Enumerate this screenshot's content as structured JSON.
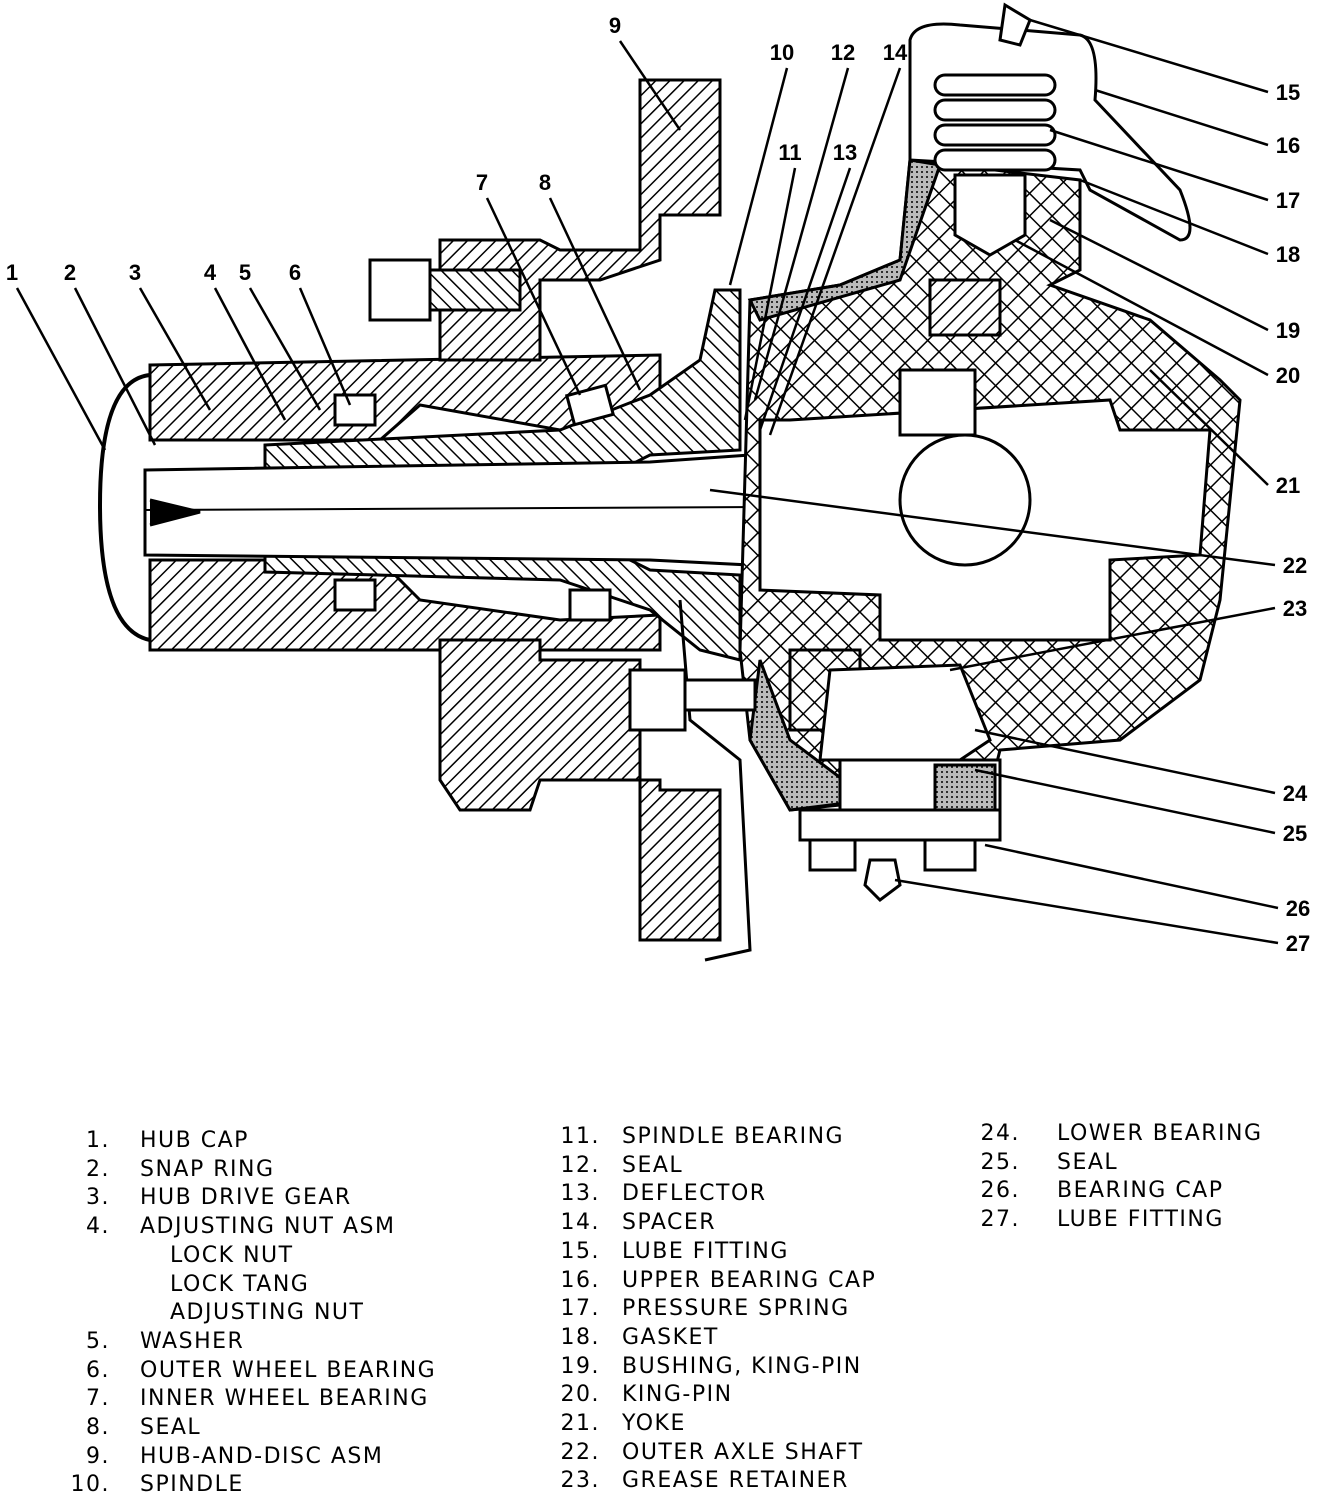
{
  "callouts": [
    "1",
    "2",
    "3",
    "4",
    "5",
    "6",
    "7",
    "8",
    "9",
    "10",
    "11",
    "12",
    "13",
    "14",
    "15",
    "16",
    "17",
    "18",
    "19",
    "20",
    "21",
    "22",
    "23",
    "24",
    "25",
    "26",
    "27"
  ],
  "legend": {
    "columns": [
      [
        {
          "num": "1.",
          "text": "HUB CAP"
        },
        {
          "num": "2.",
          "text": "SNAP RING"
        },
        {
          "num": "3.",
          "text": "HUB DRIVE GEAR"
        },
        {
          "num": "4.",
          "text": "ADJUSTING NUT ASM"
        },
        {
          "num": "",
          "text": "LOCK NUT",
          "indent": true
        },
        {
          "num": "",
          "text": "LOCK TANG",
          "indent": true
        },
        {
          "num": "",
          "text": "ADJUSTING NUT",
          "indent": true
        },
        {
          "num": "5.",
          "text": "WASHER"
        },
        {
          "num": "6.",
          "text": "OUTER WHEEL BEARING"
        },
        {
          "num": "7.",
          "text": "INNER WHEEL BEARING"
        },
        {
          "num": "8.",
          "text": "SEAL"
        },
        {
          "num": "9.",
          "text": "HUB-AND-DISC ASM"
        },
        {
          "num": "10.",
          "text": "SPINDLE"
        }
      ],
      [
        {
          "num": "11.",
          "text": "SPINDLE BEARING"
        },
        {
          "num": "12.",
          "text": "SEAL"
        },
        {
          "num": "13.",
          "text": "DEFLECTOR"
        },
        {
          "num": "14.",
          "text": "SPACER"
        },
        {
          "num": "15.",
          "text": "LUBE FITTING"
        },
        {
          "num": "16.",
          "text": "UPPER BEARING CAP"
        },
        {
          "num": "17.",
          "text": "PRESSURE SPRING"
        },
        {
          "num": "18.",
          "text": "GASKET"
        },
        {
          "num": "19.",
          "text": "BUSHING, KING-PIN"
        },
        {
          "num": "20.",
          "text": "KING-PIN"
        },
        {
          "num": "21.",
          "text": "YOKE"
        },
        {
          "num": "22.",
          "text": "OUTER AXLE SHAFT"
        },
        {
          "num": "23.",
          "text": "GREASE RETAINER"
        }
      ],
      [
        {
          "num": "24.",
          "text": "LOWER BEARING"
        },
        {
          "num": "25.",
          "text": "SEAL"
        },
        {
          "num": "26.",
          "text": "BEARING CAP"
        },
        {
          "num": "27.",
          "text": "LUBE FITTING"
        }
      ]
    ]
  }
}
